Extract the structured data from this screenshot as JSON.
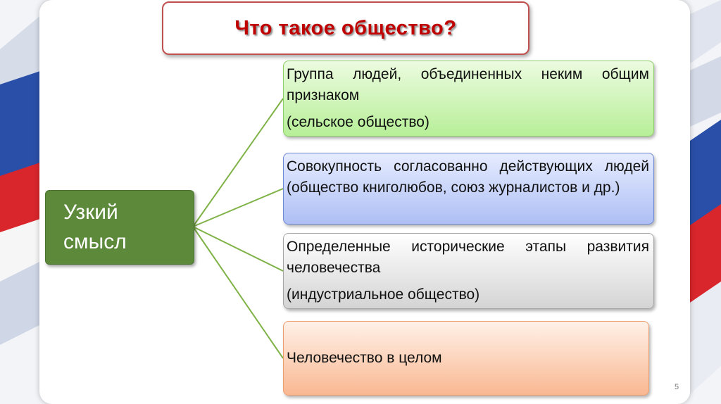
{
  "slide": {
    "title": "Что такое общество?",
    "root": {
      "line1": "Узкий",
      "line2": "смысл"
    },
    "definitions": [
      {
        "text": "Группа людей, объединенных неким общим признаком",
        "example": "(сельское общество)"
      },
      {
        "text": "Совокупность согласованно действующих людей (общество книголюбов, союз журналистов и др.)"
      },
      {
        "text": "Определенные исторические этапы развития человечества",
        "example": "(индустриальное общество)"
      },
      {
        "text": "Человечество в целом"
      }
    ],
    "page_number": "5"
  },
  "colors": {
    "title_text": "#c00000",
    "title_border": "#c0504d",
    "root_fill": "#5c8a3a",
    "connector": "#7fb247",
    "green_box": "#b7ef98",
    "blue_box": "#aebff4",
    "gray_box": "#d4d4d4",
    "orange_box": "#f9b892",
    "flag_red": "#d9262c",
    "flag_blue": "#2a4fa8"
  }
}
